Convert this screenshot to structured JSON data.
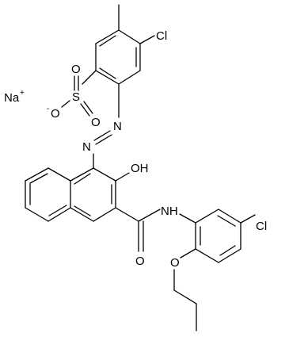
{
  "structure_labels": {
    "chloro_top": "Cl",
    "chloro_right": "Cl",
    "sulfur": "S",
    "oxygen_top": "O",
    "oxygen_right": "O",
    "oxygen_anion": "O",
    "anion_charge": "-",
    "sodium": "Na",
    "sodium_charge": "+",
    "azo_n1": "N",
    "azo_n2": "N",
    "hydroxyl": "OH",
    "amide_nh": "NH",
    "carbonyl_o": "O",
    "ether_o": "O"
  },
  "colors": {
    "bond": "#000000",
    "background": "#ffffff"
  }
}
